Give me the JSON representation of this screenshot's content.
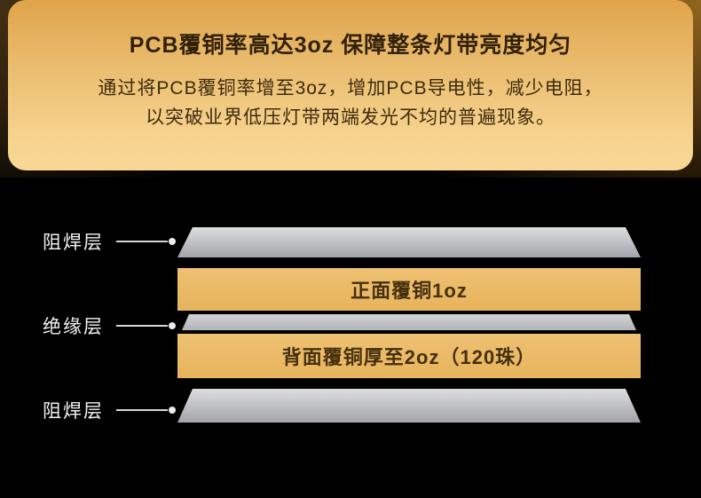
{
  "hero": {
    "title": "PCB覆铜率高达3oz 保障整条灯带亮度均匀",
    "subtitle_line1": "通过将PCB覆铜率增至3oz，增加PCB导电性，减少电阻，",
    "subtitle_line2": "以突破业界低压灯带两端发光不均的普遍现象。"
  },
  "diagram": {
    "labels": [
      "阻焊层",
      "绝缘层",
      "阻焊层"
    ],
    "layer_text": {
      "front_copper": "正面覆铜1oz",
      "back_copper": "背面覆铜厚至2oz（120珠）"
    },
    "colors": {
      "copper": "#e9b765",
      "solder_mask_gray": "#c6c7cb",
      "hero_gold_top": "#e0a449",
      "hero_gold_bottom": "#f8d795",
      "background": "#000000",
      "label_text": "#f2f2f2",
      "dark_text": "#31200a"
    }
  }
}
